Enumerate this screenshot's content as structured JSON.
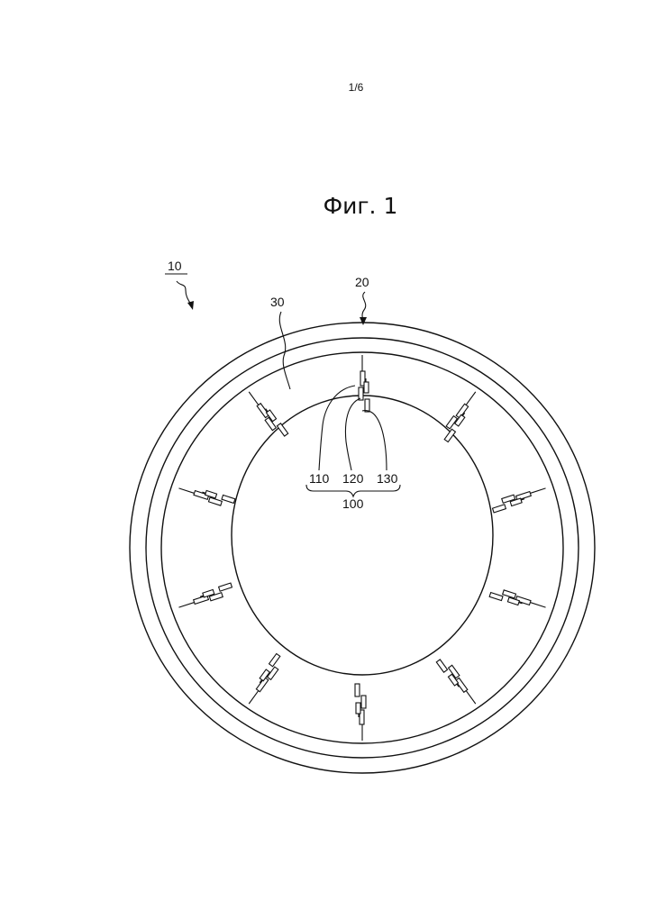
{
  "page": {
    "sheet_number": "1/6"
  },
  "figure": {
    "title": "Фиг. 1",
    "reference_numerals": {
      "device": "10",
      "outer_ring": "20",
      "annular_region": "30",
      "group": "100",
      "element_a": "110",
      "element_b": "120",
      "element_c": "130"
    },
    "pattern": {
      "count": 10,
      "angles_deg": [
        0,
        36,
        72,
        108,
        144,
        180,
        216,
        252,
        288,
        324
      ]
    }
  }
}
